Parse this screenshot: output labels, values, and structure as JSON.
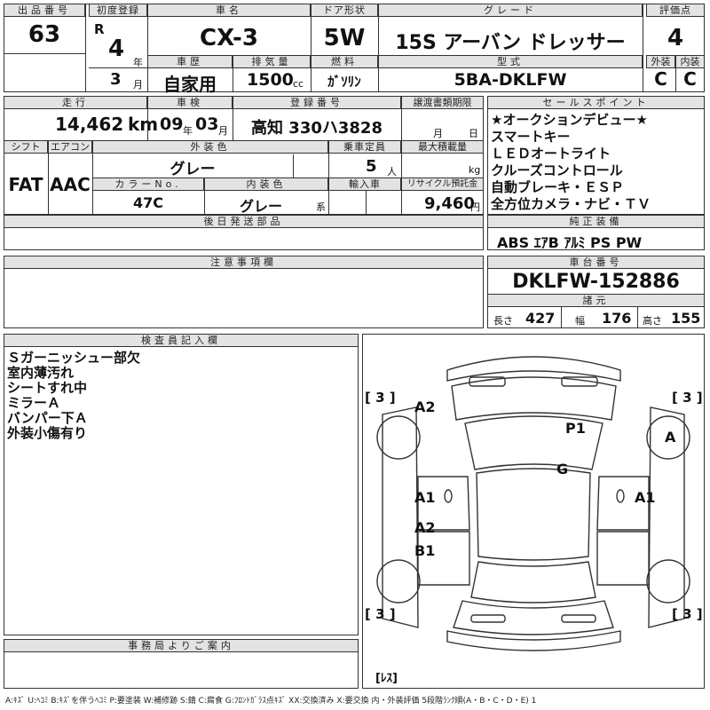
{
  "lot": {
    "label": "出品番号",
    "value": "63"
  },
  "first_reg": {
    "label": "初度登録",
    "era": "R",
    "year": "4",
    "year_unit": "年",
    "month": "3",
    "month_unit": "月"
  },
  "car_name": {
    "label": "車名",
    "value": "CX-3"
  },
  "door": {
    "label": "ドア形状",
    "value": "5W"
  },
  "grade": {
    "label": "グレード",
    "value": "15S アーバン ドレッサー"
  },
  "score": {
    "label": "評価点",
    "value": "4",
    "ext_label": "外装",
    "int_label": "内装",
    "ext_value": "C",
    "int_value": "C"
  },
  "history": {
    "label": "車歴",
    "value": "自家用"
  },
  "displacement": {
    "label": "排気量",
    "value": "1500",
    "unit": "cc"
  },
  "fuel": {
    "label": "燃料",
    "value": "ｶﾞｿﾘﾝ"
  },
  "model": {
    "label": "型式",
    "value": "5BA-DKLFW"
  },
  "mileage": {
    "label": "走行",
    "value": "14,462",
    "unit": "km"
  },
  "inspection": {
    "label": "車検",
    "year": "09",
    "year_unit": "年",
    "month": "03",
    "month_unit": "月"
  },
  "registration": {
    "label": "登録番号",
    "value": "高知 330ハ3828"
  },
  "transfer": {
    "label": "譲渡書類期限",
    "month_unit": "月",
    "day_unit": "日"
  },
  "shift": {
    "label": "シフト",
    "value": "FAT"
  },
  "aircon": {
    "label": "エアコン",
    "value": "AAC"
  },
  "exterior_color": {
    "label": "外装色",
    "value": "グレー"
  },
  "capacity": {
    "label": "乗車定員",
    "value": "5",
    "unit": "人"
  },
  "max_load": {
    "label": "最大積載量",
    "unit": "kg"
  },
  "color_no": {
    "label": "カラーNo.",
    "value": "47C"
  },
  "interior_color": {
    "label": "内装色",
    "value": "グレー",
    "unit": "系"
  },
  "import": {
    "label": "輸入車"
  },
  "recycle": {
    "label": "リサイクル預託金",
    "value": "9,460",
    "unit": "円"
  },
  "later_parts": {
    "label": "後日発送部品"
  },
  "sales_points": {
    "label": "セールスポイント",
    "lines": [
      "★オークションデビュー★",
      "スマートキー",
      "ＬＥＤオートライト",
      "クルーズコントロール",
      "自動ブレーキ・ＥＳＰ",
      "全方位カメラ・ナビ・ＴＶ"
    ]
  },
  "equipment": {
    "label": "純正装備",
    "value": "ABS ｴｱB ｱﾙﾐ PS PW"
  },
  "caution": {
    "label": "注意事項欄"
  },
  "chassis": {
    "label": "車台番号",
    "value": "DKLFW-152886"
  },
  "specs": {
    "label": "諸元",
    "length_label": "長さ",
    "length": "427",
    "width_label": "幅",
    "width": "176",
    "height_label": "高さ",
    "height": "155"
  },
  "inspector": {
    "label": "検査員記入欄",
    "notes": [
      "Ｓガーニッシュー部欠",
      "室内薄汚れ",
      "シートすれ中",
      "ミラーＡ",
      "バンパー下Ａ",
      "外装小傷有り"
    ]
  },
  "diagram": {
    "corners": {
      "tl": "[ 3 ]",
      "tr": "[ 3 ]",
      "bl": "[ 3 ]",
      "br": "[ 3 ]"
    },
    "marks": {
      "a2_front": "A2",
      "p1": "P1",
      "a_right": "A",
      "g": "G",
      "a1_left": "A1",
      "a1_right": "A1",
      "a2_rear": "A2",
      "b1": "B1"
    },
    "rez": "[ﾚｽ]"
  },
  "office": {
    "label": "事務局よりご案内"
  },
  "legend": "A:ｷｽﾞ U:ﾍｺﾐ B:ｷｽﾞを伴うﾍｺﾐ P:要塗装 W:補修跡 S:錆 C:腐食 G:ﾌﾛﾝﾄｶﾞﾗｽ点ｷｽﾞ XX:交換済み X:要交換  内・外装評価 5段階ﾗﾝｸ順(A・B・C・D・E) 1"
}
